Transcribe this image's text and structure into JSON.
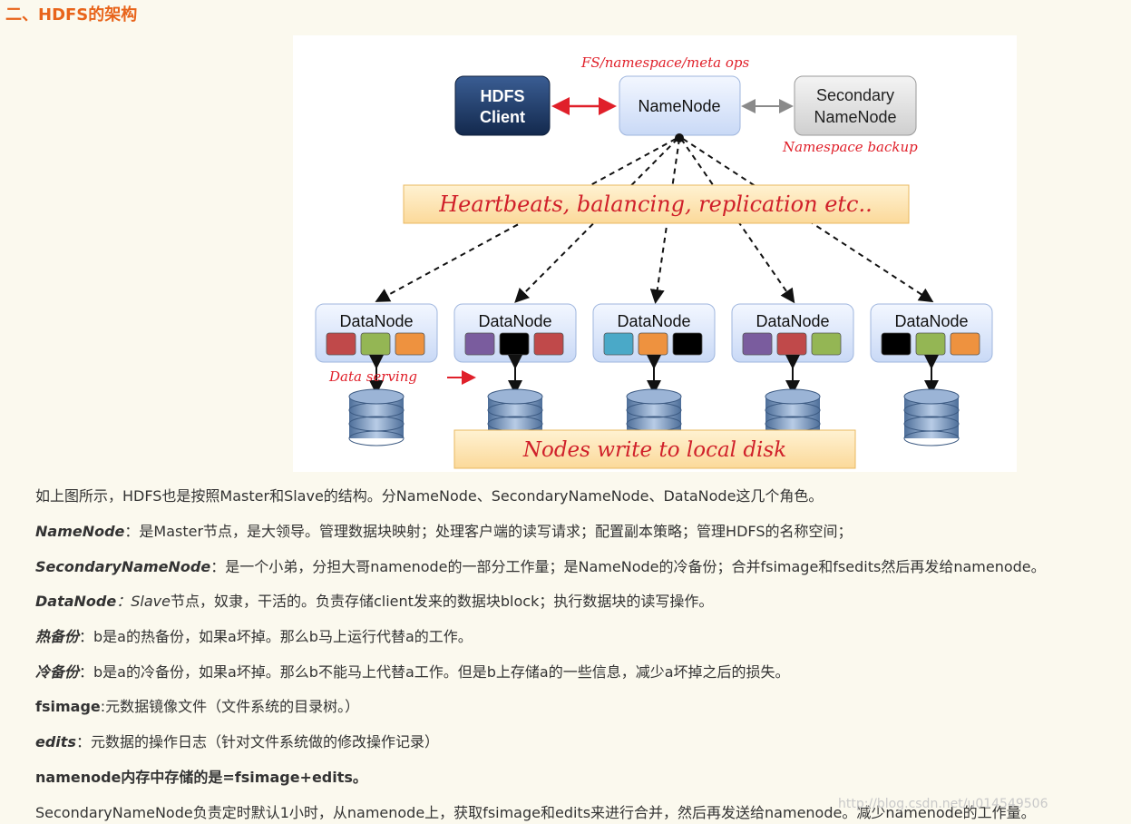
{
  "heading": "二、HDFS的架构",
  "figure": {
    "fs_ops_label": "FS/namespace/meta ops",
    "client_line1": "HDFS",
    "client_line2": "Client",
    "namenode_label": "NameNode",
    "secondary_line1": "Secondary",
    "secondary_line2": "NameNode",
    "namespace_backup_label": "Namespace backup",
    "heartbeats_label": "Heartbeats, balancing, replication etc..",
    "datanodes": [
      {
        "label": "DataNode",
        "blocks": [
          "#c0494a",
          "#94b654",
          "#ee923f"
        ]
      },
      {
        "label": "DataNode",
        "blocks": [
          "#7a5c9e",
          "#000000",
          "#c0494a"
        ]
      },
      {
        "label": "DataNode",
        "blocks": [
          "#4aa9c8",
          "#ee923f",
          "#000000"
        ]
      },
      {
        "label": "DataNode",
        "blocks": [
          "#7a5c9e",
          "#c0494a",
          "#94b654"
        ]
      },
      {
        "label": "DataNode",
        "blocks": [
          "#000000",
          "#94b654",
          "#ee923f"
        ]
      }
    ],
    "data_serving_label": "Data serving",
    "local_disk_label": "Nodes write to local disk",
    "colors": {
      "client_fill": "#1b3a66",
      "node_fill": "#dfe9fb",
      "red_arrow": "#e0202a",
      "banner_fill": "#fde8b8"
    }
  },
  "paragraphs": {
    "p1": "如上图所示，HDFS也是按照Master和Slave的结构。分NameNode、SecondaryNameNode、DataNode这几个角色。",
    "p2_term": "NameNode",
    "p2_text": "：是Master节点，是大领导。管理数据块映射；处理客户端的读写请求；配置副本策略；管理HDFS的名称空间；",
    "p3_term": "SecondaryNameNode",
    "p3_text": "：是一个小弟，分担大哥namenode的一部分工作量；是NameNode的冷备份；合并fsimage和fsedits然后再发给namenode。",
    "p4_term": "DataNode",
    "p4_sep": "：",
    "p4_slave": "Slave",
    "p4_text": "节点，奴隶，干活的。负责存储client发来的数据块block；执行数据块的读写操作。",
    "p5_term": "热备份",
    "p5_text": "：b是a的热备份，如果a坏掉。那么b马上运行代替a的工作。",
    "p6_term": "冷备份",
    "p6_text": "：b是a的冷备份，如果a坏掉。那么b不能马上代替a工作。但是b上存储a的一些信息，减少a坏掉之后的损失。",
    "p7_term": "fsimage",
    "p7_text": ":元数据镜像文件（文件系统的目录树。）",
    "p8_term": "edits",
    "p8_text": "：元数据的操作日志（针对文件系统做的修改操作记录）",
    "p9": "namenode内存中存储的是=fsimage+edits。",
    "p10": "SecondaryNameNode负责定时默认1小时，从namenode上，获取fsimage和edits来进行合并，然后再发送给namenode。减少namenode的工作量。"
  },
  "watermark": "http://blog.csdn.net/u014549506"
}
